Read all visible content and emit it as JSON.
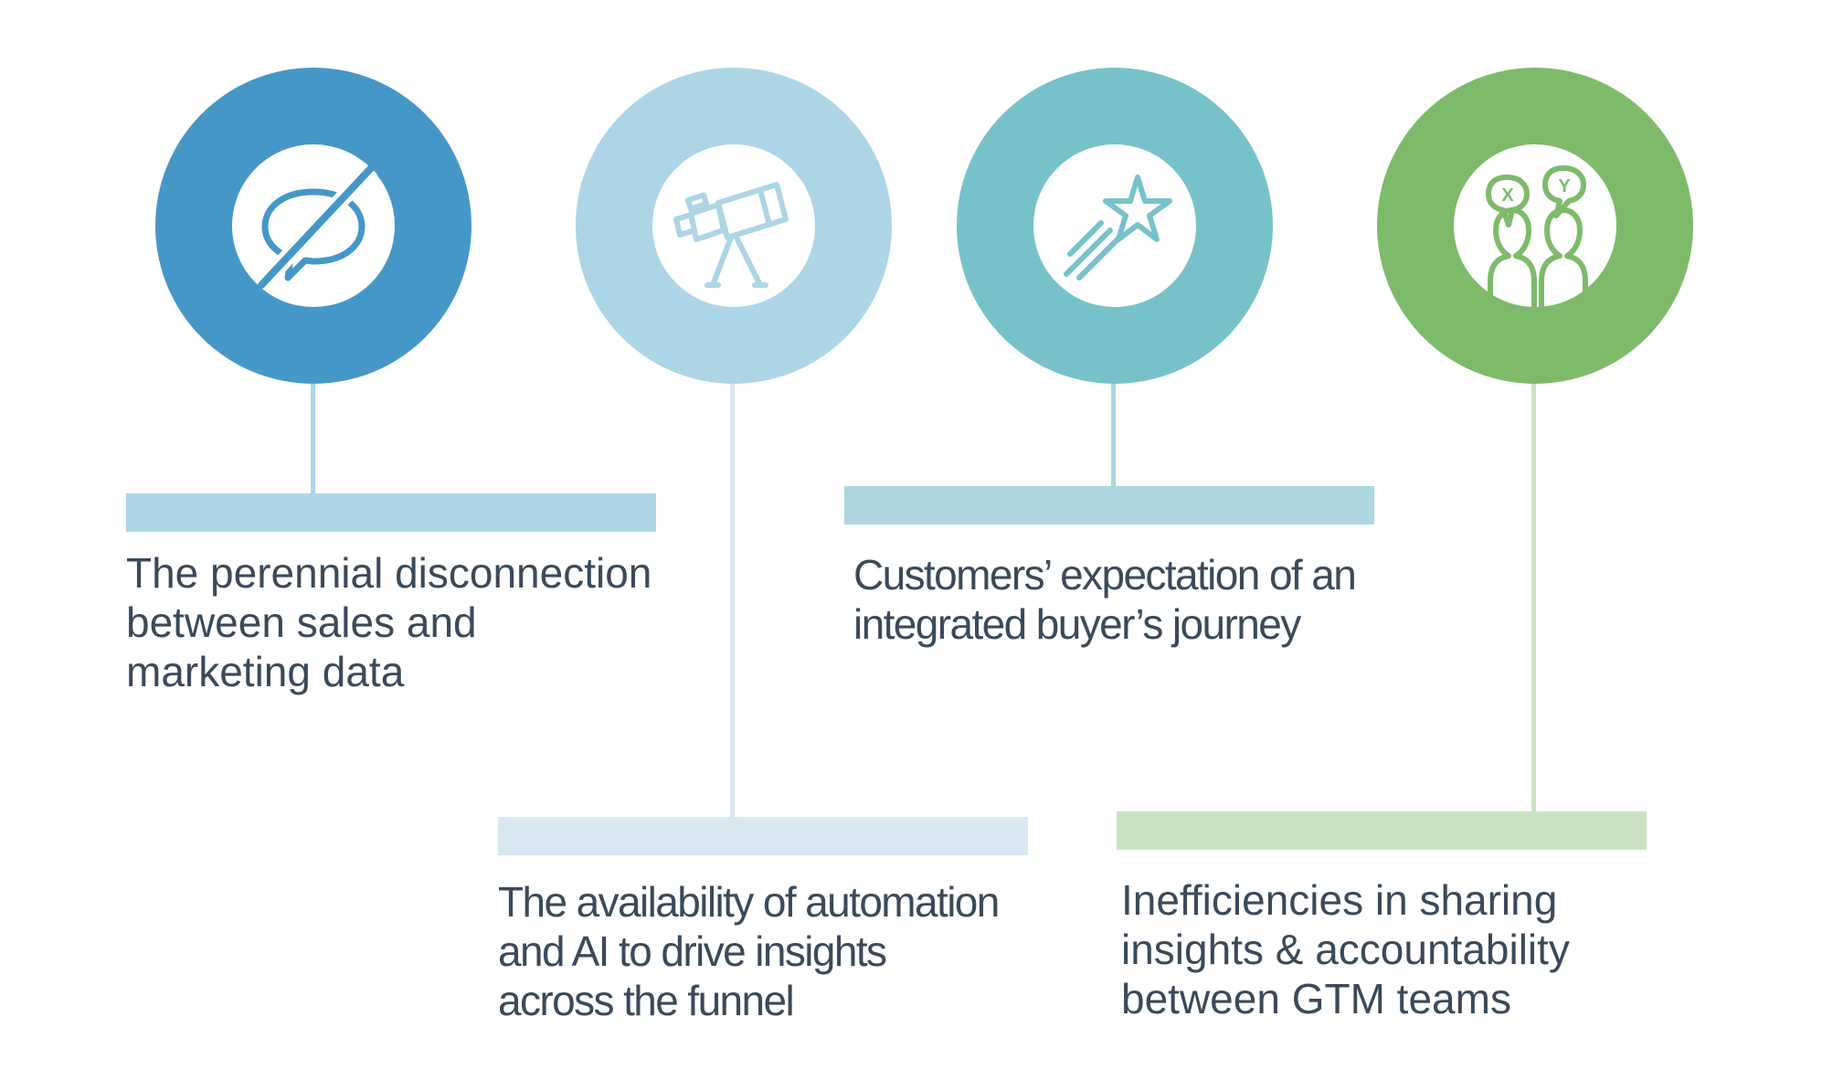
{
  "colors": {
    "blue": "#4597c8",
    "light_blue": "#acd5e6",
    "teal": "#77c2c9",
    "green": "#7dbb6a",
    "bar_1": "#acd5e6",
    "bar_2": "#d7e8f2",
    "bar_3": "#acd7de",
    "bar_4": "#c9e3c2",
    "text": "#3a4a5a"
  },
  "items": [
    {
      "icon": "no-chat-icon",
      "text": "The perennial disconnection\nbetween sales and\nmarketing data"
    },
    {
      "icon": "telescope-icon",
      "text": "The availability of automation\nand AI to drive insights\nacross the funnel"
    },
    {
      "icon": "shooting-star-icon",
      "text": "Customers’ expectation of an\nintegrated buyer’s journey"
    },
    {
      "icon": "people-dialogue-icon",
      "text": "Inefficiencies in sharing\ninsights & accountability\nbetween GTM teams",
      "bubble_left": "X",
      "bubble_right": "Y"
    }
  ]
}
